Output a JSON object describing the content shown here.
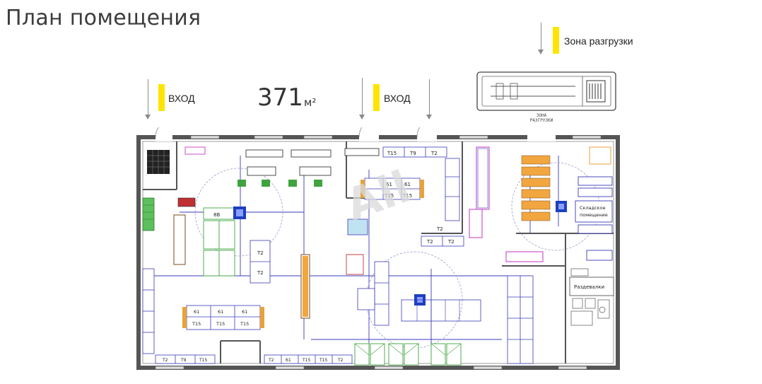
{
  "title": "План помещения",
  "area": {
    "value": "371",
    "unit": "м²"
  },
  "labels": {
    "entrance_left": "ВХОД",
    "entrance_right": "ВХОД",
    "unloading": "Зона разгрузки",
    "unloading_plan_line1": "ЗОНА",
    "unloading_plan_line2": "РАЗГРУЗКИ"
  },
  "plan_labels": {
    "warehouse": "Складское помещение",
    "lockers": "Раздевалки"
  },
  "table_codes": [
    "T2",
    "T9",
    "T15",
    "61",
    "8B"
  ],
  "colors": {
    "marker": "#ffe400",
    "walls": "#555555",
    "lines": "#3a3ab8",
    "magenta": "#c020c0",
    "green": "#3fa33f",
    "orange": "#e7a33a",
    "watermark": "#d9d9d9"
  }
}
